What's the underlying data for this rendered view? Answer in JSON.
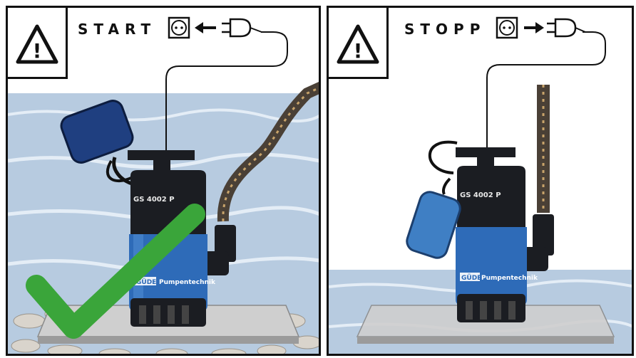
{
  "panels": {
    "start": {
      "label": "START",
      "warning_symbol": "!",
      "socket_icon": "power-socket-icon",
      "arrow_icon": "arrow-left-icon",
      "plug_icon": "power-plug-icon",
      "status_icon": "checkmark-icon",
      "pump_model": "GS 4002 P",
      "brand": "GÜDE",
      "brand_sub": "Pumpentechnik"
    },
    "stop": {
      "label": "STOPP",
      "warning_symbol": "!",
      "socket_icon": "power-socket-icon",
      "arrow_icon": "arrow-right-icon",
      "plug_icon": "power-plug-icon",
      "pump_model": "GS 4002 P",
      "brand": "GÜDE",
      "brand_sub": "Pumpentechnik"
    }
  },
  "colors": {
    "water": "#b9cde0",
    "pump_blue": "#2e6bb8",
    "pump_black": "#1b1d22",
    "check_green": "#3aa53a",
    "slab": "#bfbfbf",
    "frame": "#111111"
  }
}
